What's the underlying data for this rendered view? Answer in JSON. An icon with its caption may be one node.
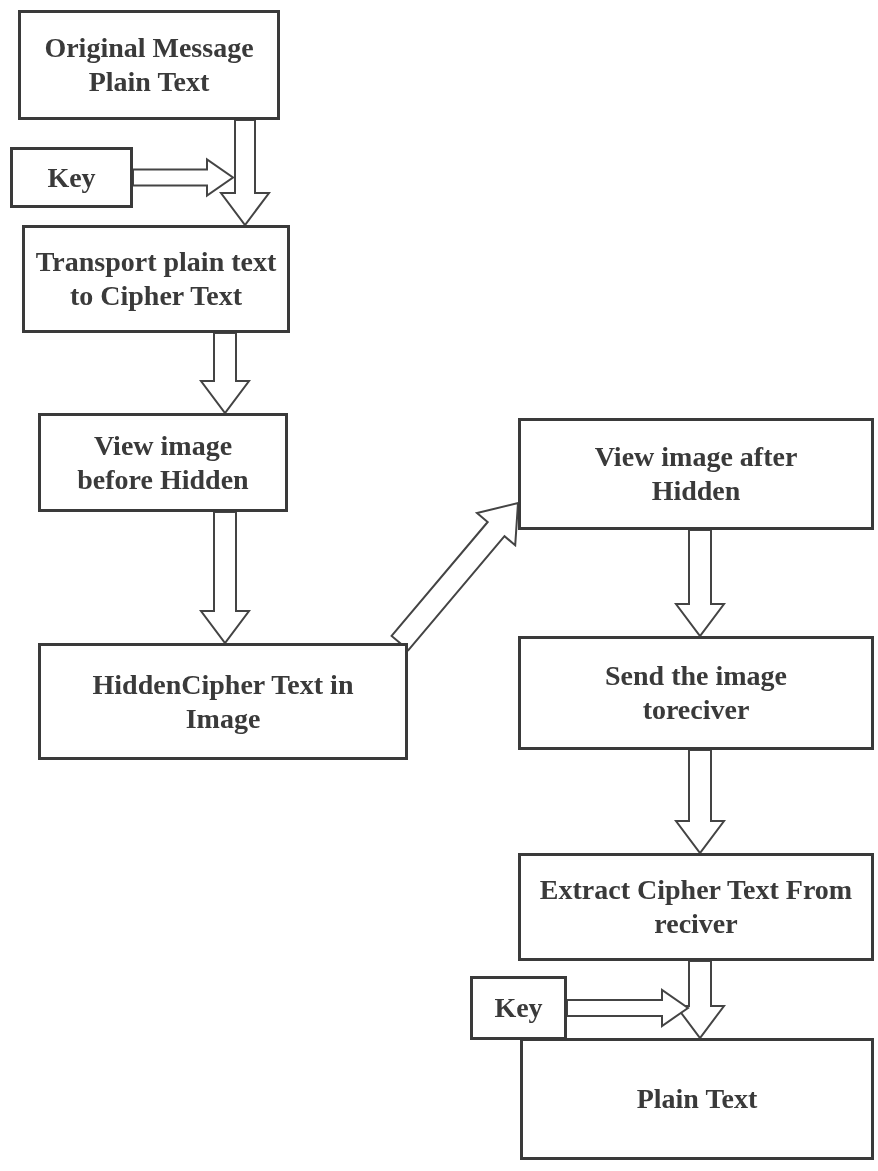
{
  "diagram": {
    "nodes": [
      {
        "text": [
          "Original Message Plain Text"
        ]
      },
      {
        "text": [
          "Key"
        ]
      },
      {
        "text": [
          "Transport plain text to Cipher Text"
        ]
      },
      {
        "text": [
          "View image before Hidden"
        ]
      },
      {
        "text": [
          "HiddenCipher Text in Image"
        ]
      },
      {
        "text": [
          "View image after Hidden"
        ]
      },
      {
        "text": [
          "Send the image toreciver"
        ]
      },
      {
        "text": [
          "Extract Cipher Text From reciver"
        ]
      },
      {
        "text": [
          "Key"
        ]
      },
      {
        "text": [
          "Plain Text"
        ]
      }
    ],
    "edges": [
      {
        "from": 0,
        "to": 2,
        "arrow": "to"
      },
      {
        "from": 1,
        "to": null,
        "arrow": "to"
      },
      {
        "from": 2,
        "to": 3,
        "arrow": "to"
      },
      {
        "from": 3,
        "to": 4,
        "arrow": "to"
      },
      {
        "from": 4,
        "to": 5,
        "arrow": "to"
      },
      {
        "from": 5,
        "to": 6,
        "arrow": "to"
      },
      {
        "from": 6,
        "to": 7,
        "arrow": "to"
      },
      {
        "from": 7,
        "to": 9,
        "arrow": "to"
      },
      {
        "from": 8,
        "to": null,
        "arrow": "to"
      }
    ]
  }
}
